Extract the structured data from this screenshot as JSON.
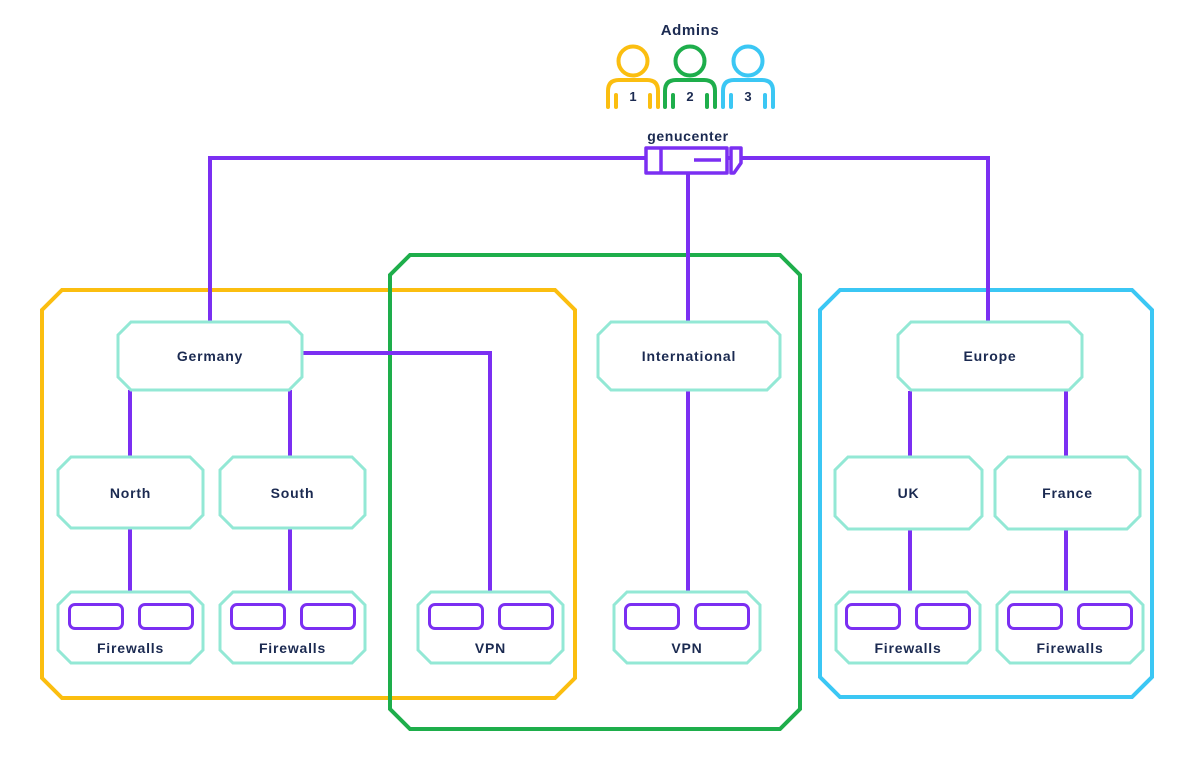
{
  "colors": {
    "purple": "#7B2FF2",
    "teal": "#93E8D5",
    "yellow": "#FBBE10",
    "green": "#1EAE4B",
    "cyan": "#3BC7F4",
    "navy": "#1B2A51"
  },
  "admins": {
    "title": "Admins",
    "members": [
      {
        "number": "1",
        "color": "#FBBE10"
      },
      {
        "number": "2",
        "color": "#1EAE4B"
      },
      {
        "number": "3",
        "color": "#3BC7F4"
      }
    ]
  },
  "management": {
    "label": "genucenter"
  },
  "groups": [
    {
      "id": "germany-domain",
      "color": "#FBBE10"
    },
    {
      "id": "international-domain",
      "color": "#1EAE4B"
    },
    {
      "id": "europe-domain",
      "color": "#3BC7F4"
    }
  ],
  "nodes": {
    "germany": {
      "label": "Germany"
    },
    "north": {
      "label": "North"
    },
    "south": {
      "label": "South"
    },
    "firewalls_north": {
      "label": "Firewalls",
      "device_count": 2
    },
    "firewalls_south": {
      "label": "Firewalls",
      "device_count": 2
    },
    "vpn_germany": {
      "label": "VPN",
      "device_count": 2
    },
    "international": {
      "label": "International"
    },
    "vpn_international": {
      "label": "VPN",
      "device_count": 2
    },
    "europe": {
      "label": "Europe"
    },
    "uk": {
      "label": "UK"
    },
    "france": {
      "label": "France"
    },
    "firewalls_uk": {
      "label": "Firewalls",
      "device_count": 2
    },
    "firewalls_france": {
      "label": "Firewalls",
      "device_count": 2
    }
  }
}
